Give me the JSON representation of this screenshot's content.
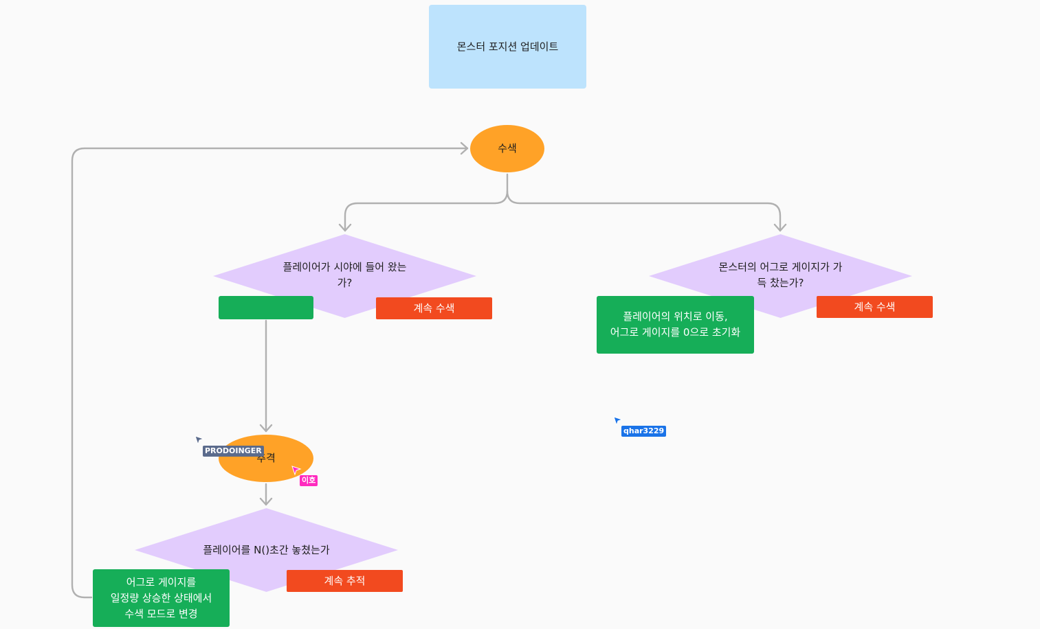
{
  "title": "몬스터 포지션 업데이트",
  "nodes": {
    "search": "수색",
    "player_in_sight_line1": "플레이어가 시야에 들어 왔는",
    "player_in_sight_line2": "가?",
    "aggro_full_line1": "몬스터의 어그로 게이지가 가",
    "aggro_full_line2": "득 찼는가?",
    "continue_search_1": "계속 수색",
    "continue_search_2": "계속 수색",
    "move_to_player_line1": "플레이어의 위치로 이동,",
    "move_to_player_line2": "어그로 게이지를 0으로 초기화",
    "chase": "추격",
    "lost_player": "플레이어를 N()초간 놓쳤는가",
    "continue_chase": "계속 추적",
    "switch_mode_line1": "어그로 게이지를",
    "switch_mode_line2": "일정량 상승한 상태에서",
    "switch_mode_line3": "수색 모드로 변경",
    "green_unlabeled": ""
  },
  "cursors": [
    {
      "name": "PRODOINGER",
      "color": "#5b6b8c"
    },
    {
      "name": "qhar3229",
      "color": "#1a73e8"
    },
    {
      "name": "이호",
      "color": "#ff2bbf"
    }
  ],
  "colors": {
    "background": "#fafafa",
    "title_box": "#bde3fd",
    "ellipse": "#ffa227",
    "diamond": "#e2ccfd",
    "green": "#16ae58",
    "red": "#f24a1f",
    "connector": "#b0b0b0"
  }
}
